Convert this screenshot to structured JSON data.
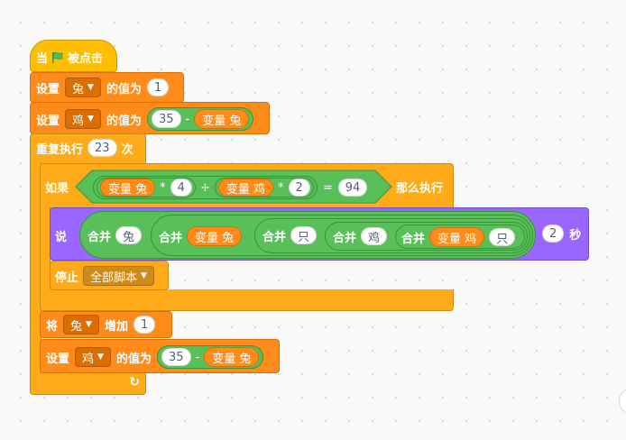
{
  "hat": {
    "when": "当",
    "flag_icon": "green-flag-icon",
    "clicked": "被点击"
  },
  "set1": {
    "set": "设置",
    "var": "兔",
    "to": "的值为",
    "value": "1"
  },
  "set2": {
    "set": "设置",
    "var": "鸡",
    "to": "的值为",
    "a": "35",
    "minus": "-",
    "var_label": "变量",
    "var_name": "兔"
  },
  "repeat": {
    "label": "重复执行",
    "count": "23",
    "times": "次"
  },
  "if_block": {
    "if": "如果",
    "rabbit_var": "变量",
    "rabbit_name": "兔",
    "times1": "*",
    "n1": "4",
    "plus": "+",
    "chicken_var": "变量",
    "chicken_name": "鸡",
    "times2": "*",
    "n2": "2",
    "eq": "=",
    "total": "94",
    "then": "那么执行"
  },
  "say": {
    "say": "说",
    "join": "合并",
    "t1": "兔",
    "var_label1": "变量",
    "var1": "兔",
    "t2": "只",
    "t3": "鸡",
    "var_label2": "变量",
    "var2": "鸡",
    "t4": "只",
    "secs": "2",
    "sec_label": "秒"
  },
  "stop": {
    "label": "停止",
    "option": "全部脚本"
  },
  "change": {
    "label": "将",
    "var": "兔",
    "by": "增加",
    "value": "1"
  },
  "set3": {
    "set": "设置",
    "var": "鸡",
    "to": "的值为",
    "a": "35",
    "minus": "-",
    "var_label": "变量",
    "var_name": "兔"
  },
  "loop_arrow": "↻",
  "colors": {
    "event": "#ffbf00",
    "control": "#ffab19",
    "variables": "#ff8c1a",
    "operators": "#59c059",
    "looks": "#9966ff"
  }
}
